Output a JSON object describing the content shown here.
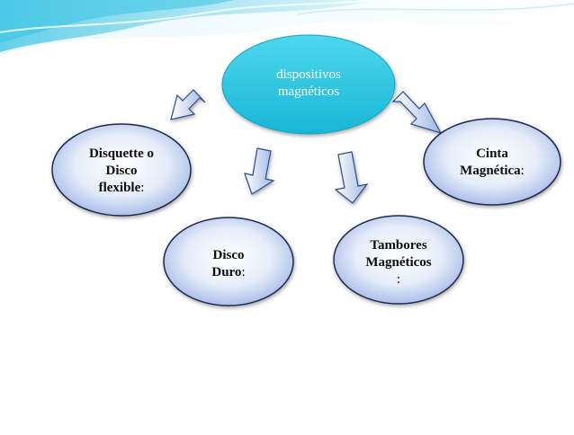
{
  "diagram": {
    "root": {
      "lines": [
        "dispositivos",
        "magnéticos"
      ]
    },
    "children": [
      {
        "id": "disquette",
        "lines": [
          {
            "b": "Disquette o"
          },
          {
            "b": "Disco"
          },
          {
            "b": "flexible",
            "r": ":"
          }
        ]
      },
      {
        "id": "disco-duro",
        "lines": [
          {
            "b": "Disco"
          },
          {
            "b": "Duro",
            "r": ":"
          }
        ]
      },
      {
        "id": "tambores",
        "lines": [
          {
            "b": "Tambores"
          },
          {
            "b": "Magnéticos"
          },
          {
            "r": ":"
          }
        ]
      },
      {
        "id": "cinta",
        "lines": [
          {
            "b": "Cinta"
          },
          {
            "b": "Magnética",
            "r": ":"
          }
        ]
      }
    ],
    "colors": {
      "root_fill_top": "#4fd7ee",
      "root_fill_bottom": "#18b6d6",
      "root_text": "#ffffff",
      "child_fill_center": "#ffffff",
      "child_fill_edge": "#9fb4e6",
      "child_stroke": "#1a2b52",
      "arrow_fill_light": "#ffffff",
      "arrow_fill_dark": "#9fb7e6",
      "arrow_stroke": "#2a4f8f",
      "wave_light": "#d8f3fa",
      "wave_mid": "#8fdcef",
      "wave_dark": "#38c3e4"
    }
  }
}
